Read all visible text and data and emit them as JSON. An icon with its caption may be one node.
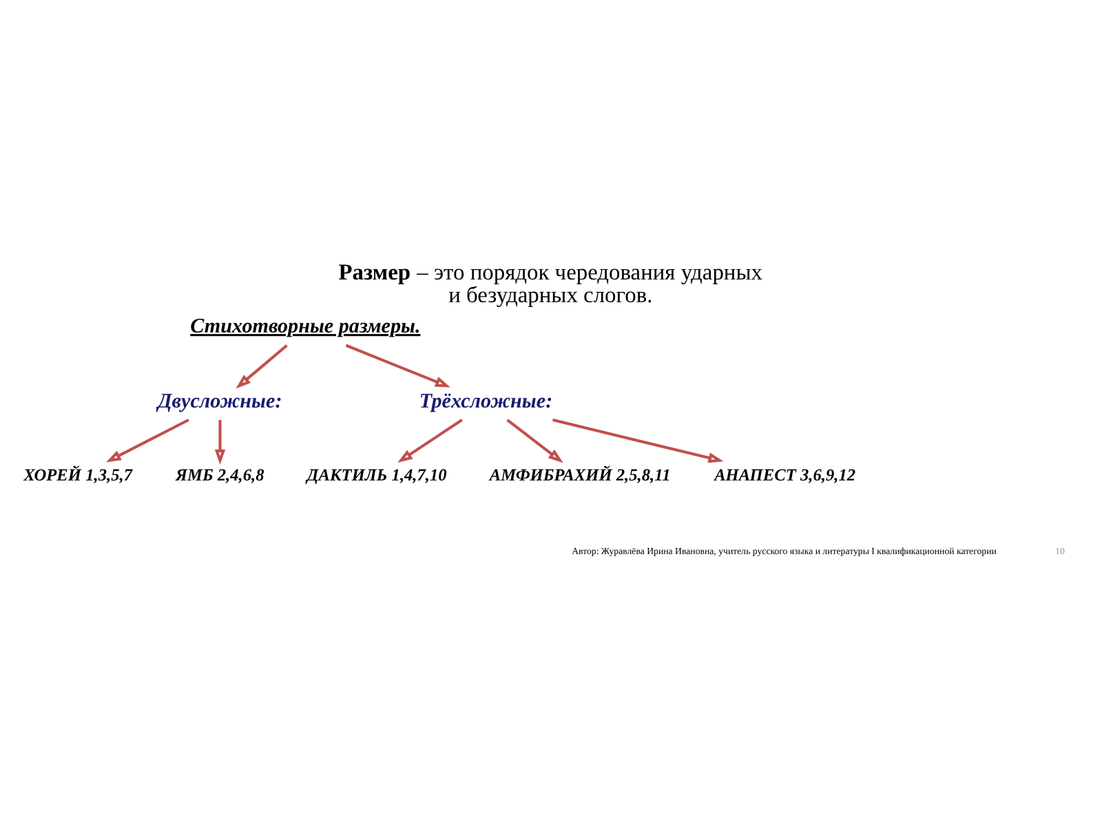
{
  "diagram": {
    "title": "**Размер** – это порядок чередования ударных и безударных слогов.",
    "caption": "Автор: Журавлёва Ирина Ивановна, учитель русского языка и литературы I квалификационной категории",
    "nodes": [
      {
        "text": [
          "Стихотворные размеры."
        ]
      },
      {
        "text": [
          "Двусложные:"
        ]
      },
      {
        "text": [
          "Трёхсложные:"
        ]
      },
      {
        "text": [
          "ХОРЕЙ 1,3,5,7"
        ]
      },
      {
        "text": [
          "ЯМБ 2,4,6,8"
        ]
      },
      {
        "text": [
          "ДАКТИЛЬ 1,4,7,10"
        ]
      },
      {
        "text": [
          "АМФИБРАХИЙ 2,5,8,11"
        ]
      },
      {
        "text": [
          "АНАПЕСТ 3,6,9,12"
        ]
      }
    ],
    "edges": [
      {
        "from": 0,
        "to": 1,
        "arrow": "to"
      },
      {
        "from": 0,
        "to": 2,
        "arrow": "to"
      },
      {
        "from": 1,
        "to": 3,
        "arrow": "to"
      },
      {
        "from": 1,
        "to": 4,
        "arrow": "to"
      },
      {
        "from": 2,
        "to": 5,
        "arrow": "to"
      },
      {
        "from": 2,
        "to": 6,
        "arrow": "to"
      },
      {
        "from": 2,
        "to": 7,
        "arrow": "to"
      }
    ],
    "labels": [
      "10"
    ]
  }
}
